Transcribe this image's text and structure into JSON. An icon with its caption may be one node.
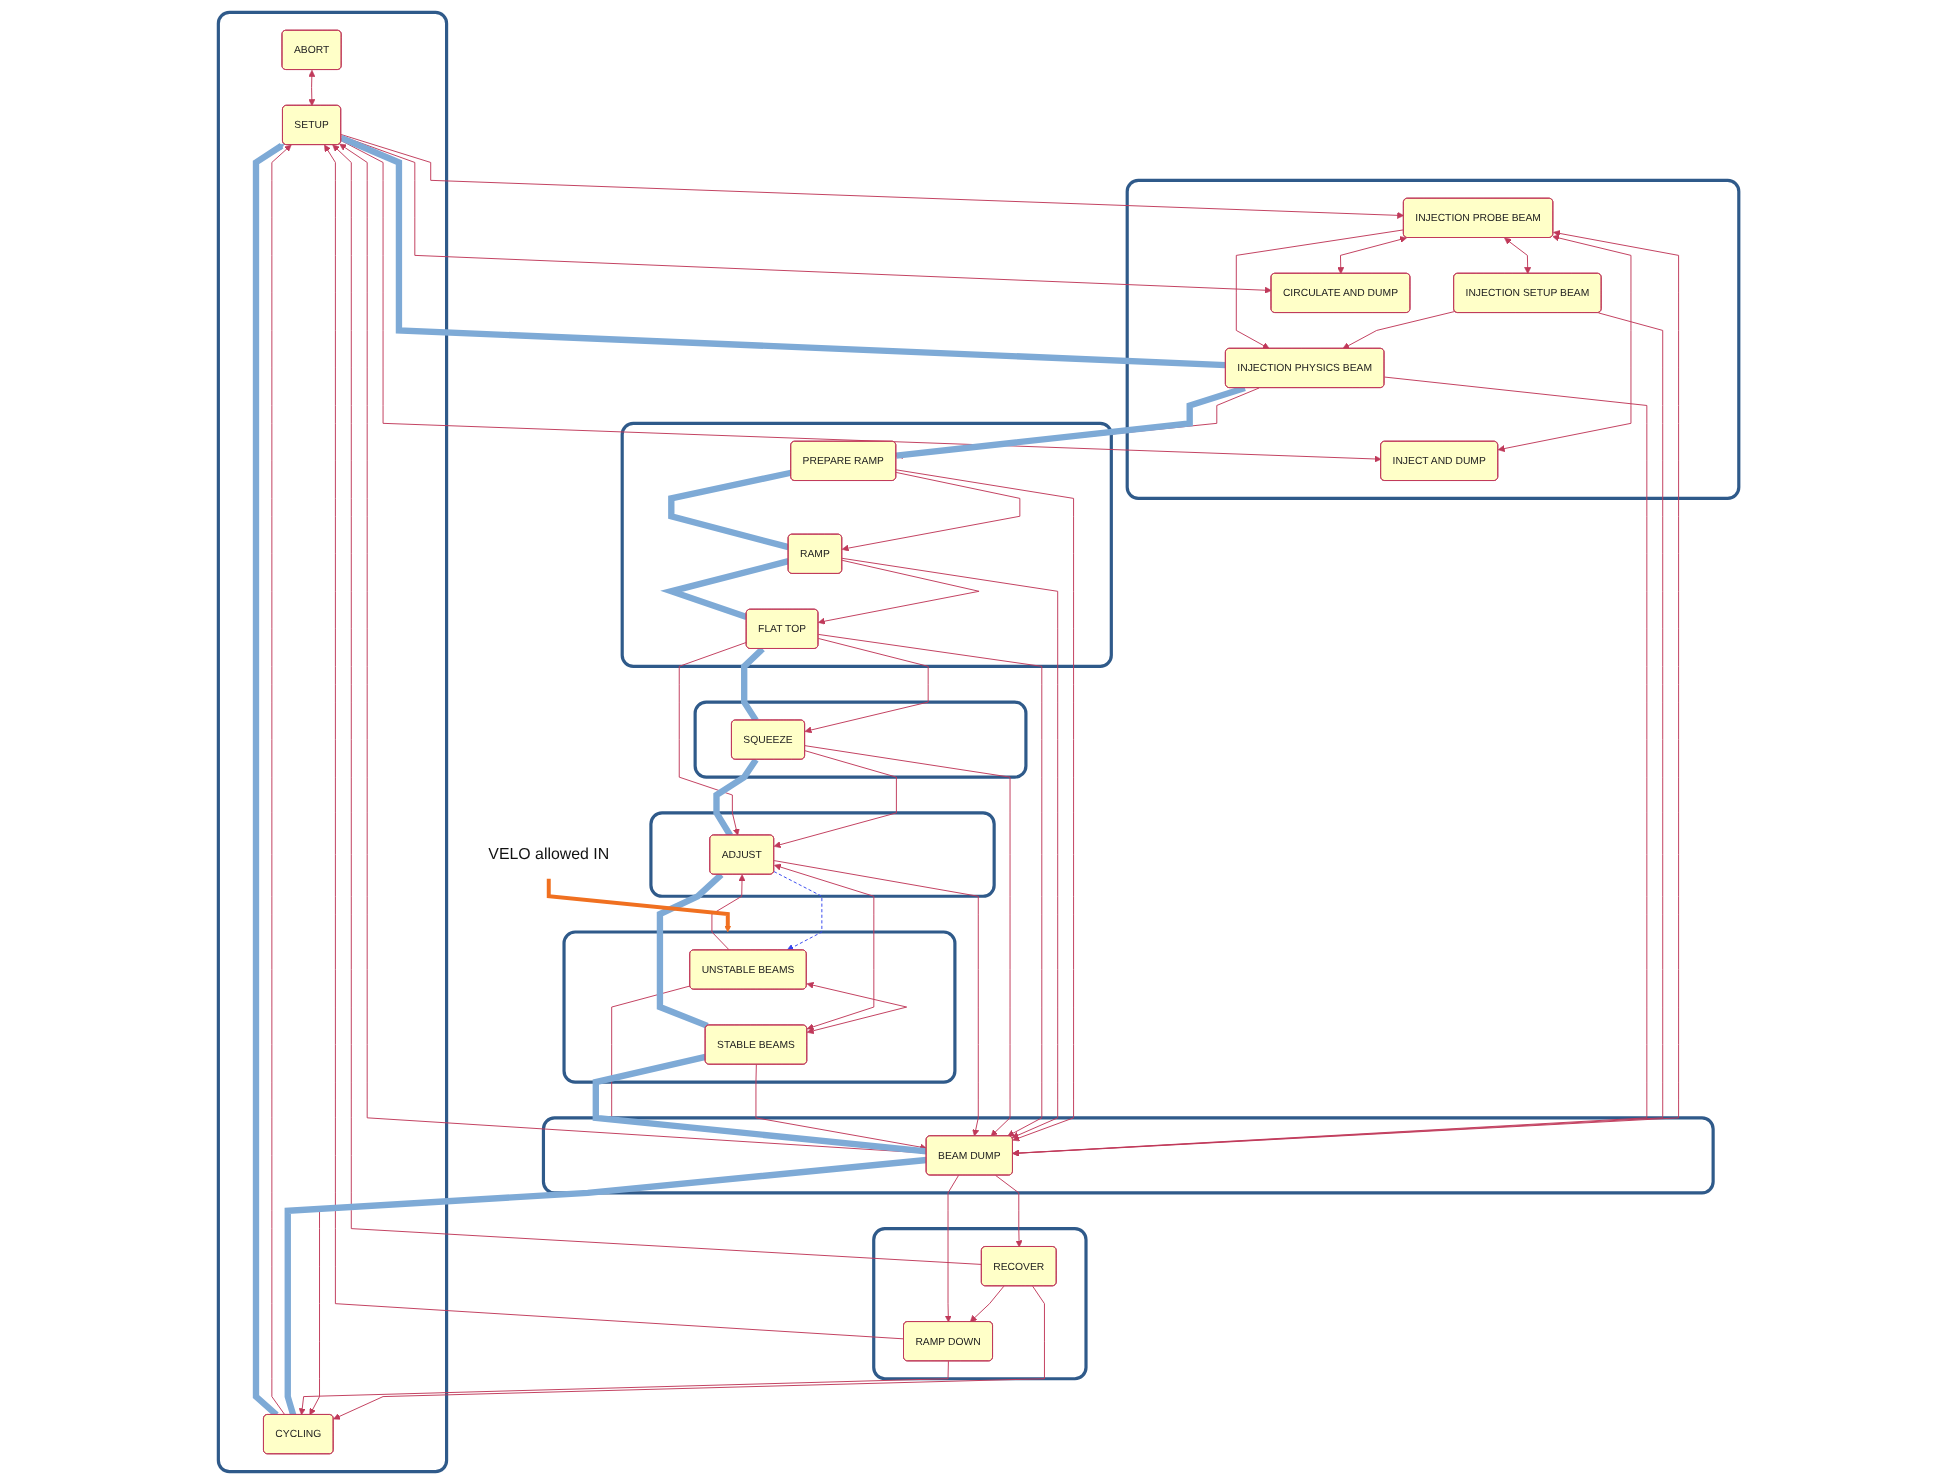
{
  "diagram": {
    "nodes": [
      {
        "text": [],
        "shape": "box"
      },
      {
        "text": [
          "ABORT"
        ],
        "in": 0
      },
      {
        "text": [
          "CYCLING"
        ],
        "in": 0
      },
      {
        "text": [
          "SETUP"
        ],
        "in": 0
      },
      {
        "text": [],
        "shape": "box"
      },
      {
        "text": [
          "RAMP DOWN"
        ],
        "in": 4
      },
      {
        "text": [
          "RECOVER"
        ],
        "in": 4
      },
      {
        "text": [],
        "shape": "box"
      },
      {
        "text": [
          "UNSTABLE BEAMS"
        ],
        "in": 7
      },
      {
        "text": [
          "STABLE BEAMS"
        ],
        "in": 7
      },
      {
        "text": [],
        "shape": "box"
      },
      {
        "text": [
          "INJECT AND DUMP"
        ],
        "in": 10
      },
      {
        "text": [
          "CIRCULATE AND DUMP"
        ],
        "in": 10
      },
      {
        "text": [
          "INJECTION PROBE BEAM"
        ],
        "in": 10
      },
      {
        "text": [
          "INJECTION SETUP BEAM"
        ],
        "in": 10
      },
      {
        "text": [
          "INJECTION PHYSICS BEAM"
        ],
        "in": 10
      },
      {
        "text": [],
        "shape": "box"
      },
      {
        "text": [
          "BEAM DUMP"
        ],
        "in": 16
      },
      {
        "text": [],
        "shape": "box"
      },
      {
        "text": [
          "ADJUST"
        ],
        "in": 18
      },
      {
        "text": [],
        "shape": "box"
      },
      {
        "text": [
          "SQUEEZE"
        ],
        "in": 20
      },
      {
        "text": [],
        "shape": "box"
      },
      {
        "text": [
          "PREPARE RAMP"
        ],
        "in": 22
      },
      {
        "text": [
          "RAMP"
        ],
        "in": 22
      },
      {
        "text": [
          "FLAT TOP"
        ],
        "in": 22
      },
      {
        "text": [
          "VELO allowed IN"
        ]
      }
    ],
    "edges": [
      {
        "from": 1,
        "to": 3,
        "arrow": "both"
      },
      {
        "from": 5,
        "to": 3,
        "arrow": "to"
      },
      {
        "from": 6,
        "to": 3,
        "arrow": "to"
      },
      {
        "from": 17,
        "to": 3,
        "arrow": "to"
      },
      {
        "from": 6,
        "to": 2,
        "arrow": "to"
      },
      {
        "from": 6,
        "to": 5,
        "arrow": "to"
      },
      {
        "from": 17,
        "to": 6,
        "arrow": "to"
      },
      {
        "from": 17,
        "to": 2,
        "arrow": "to"
      },
      {
        "from": 17,
        "to": 5,
        "arrow": "to"
      },
      {
        "from": 5,
        "to": 2,
        "arrow": "to"
      },
      {
        "from": 2,
        "to": 3,
        "arrow": "to"
      },
      {
        "from": 3,
        "to": 11,
        "arrow": "to"
      },
      {
        "from": 3,
        "to": 12,
        "arrow": "to"
      },
      {
        "from": 3,
        "to": 13,
        "arrow": "to"
      },
      {
        "from": 13,
        "to": 11,
        "arrow": "both"
      },
      {
        "from": 13,
        "to": 12,
        "arrow": "both"
      },
      {
        "from": 13,
        "to": 14,
        "arrow": "both"
      },
      {
        "from": 14,
        "to": 15,
        "arrow": "to"
      },
      {
        "from": 13,
        "to": 15,
        "arrow": "to"
      },
      {
        "from": 13,
        "to": 17,
        "arrow": "both"
      },
      {
        "from": 14,
        "to": 17,
        "arrow": "to"
      },
      {
        "from": 15,
        "to": 17,
        "arrow": "to"
      },
      {
        "from": 23,
        "to": 17,
        "arrow": "to"
      },
      {
        "from": 24,
        "to": 17,
        "arrow": "to"
      },
      {
        "from": 25,
        "to": 17,
        "arrow": "to"
      },
      {
        "from": 21,
        "to": 17,
        "arrow": "to"
      },
      {
        "from": 19,
        "to": 17,
        "arrow": "to"
      },
      {
        "from": 9,
        "to": 17,
        "arrow": "to"
      },
      {
        "from": 8,
        "to": 17,
        "arrow": "to"
      },
      {
        "from": 8,
        "to": 9,
        "arrow": "both"
      },
      {
        "from": 15,
        "to": 23,
        "arrow": "to"
      },
      {
        "from": 23,
        "to": 24,
        "arrow": "to"
      },
      {
        "from": 24,
        "to": 25,
        "arrow": "to"
      },
      {
        "from": 25,
        "to": 21,
        "arrow": "to"
      },
      {
        "from": 21,
        "to": 19,
        "arrow": "to"
      },
      {
        "from": 25,
        "to": 19,
        "arrow": "to"
      },
      {
        "from": 19,
        "to": 9,
        "arrow": "both"
      },
      {
        "from": 8,
        "to": 19,
        "arrow": "to"
      },
      {
        "from": 19,
        "to": 8,
        "arrow": "to",
        "style": "dashed",
        "color": "#3344ee"
      },
      {
        "from": 3,
        "to": 15,
        "arrow": "none",
        "style": "thick",
        "color": "#7eaad6"
      },
      {
        "from": 15,
        "to": 23,
        "arrow": "none",
        "style": "thick",
        "color": "#7eaad6"
      },
      {
        "from": 23,
        "to": 24,
        "arrow": "none",
        "style": "thick",
        "color": "#7eaad6"
      },
      {
        "from": 24,
        "to": 25,
        "arrow": "none",
        "style": "thick",
        "color": "#7eaad6"
      },
      {
        "from": 25,
        "to": 21,
        "arrow": "none",
        "style": "thick",
        "color": "#7eaad6"
      },
      {
        "from": 21,
        "to": 19,
        "arrow": "none",
        "style": "thick",
        "color": "#7eaad6"
      },
      {
        "from": 19,
        "to": 9,
        "arrow": "none",
        "style": "thick",
        "color": "#7eaad6"
      },
      {
        "from": 9,
        "to": 17,
        "arrow": "none",
        "style": "thick",
        "color": "#7eaad6"
      },
      {
        "from": 17,
        "to": 2,
        "arrow": "none",
        "style": "thick",
        "color": "#7eaad6"
      },
      {
        "from": 2,
        "to": 3,
        "arrow": "to",
        "style": "thick",
        "color": "#7eaad6"
      },
      {
        "from": 26,
        "to": 7,
        "arrow": "to",
        "style": "thick",
        "color": "#f07020"
      }
    ]
  }
}
